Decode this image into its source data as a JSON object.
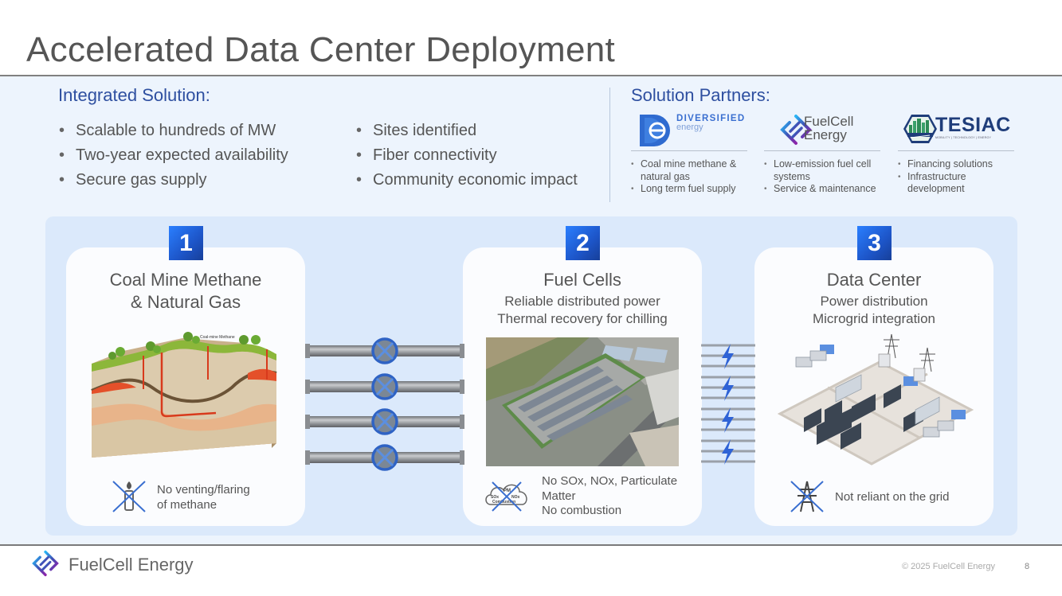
{
  "slide": {
    "title": "Accelerated Data Center Deployment",
    "page_number": "8",
    "copyright": "© 2025 FuelCell Energy",
    "footer_brand": "FuelCell Energy"
  },
  "integrated_solution": {
    "heading": "Integrated Solution:",
    "column_1": [
      "Scalable to hundreds of MW",
      "Two-year expected availability",
      "Secure gas supply"
    ],
    "column_2": [
      "Sites identified",
      "Fiber connectivity",
      "Community economic impact"
    ]
  },
  "solution_partners": {
    "heading": "Solution Partners:",
    "partners": [
      {
        "name": "DIVERSIFIED",
        "name_sub": "energy",
        "logo_icon": "diversified-energy-logo",
        "items": [
          "Coal mine methane & natural gas",
          "Long term fuel supply"
        ]
      },
      {
        "name": "FuelCell",
        "name_sub": "Energy",
        "logo_icon": "fuelcell-energy-logo",
        "items": [
          "Low-emission fuel cell systems",
          "Service & maintenance"
        ]
      },
      {
        "name": "TESIAC",
        "name_sub": "MOBILITY | TECHNOLOGY | ENERGY",
        "logo_icon": "tesiac-logo",
        "items": [
          "Financing solutions",
          "Infrastructure development"
        ]
      }
    ]
  },
  "flow": {
    "steps": [
      {
        "number": "1",
        "title_line_1": "Coal Mine Methane",
        "title_line_2": "& Natural Gas",
        "image_icon": "coal-mine-methane-cross-section",
        "image_label": "Coal-mine Methane",
        "note_icon": "no-flaring-icon",
        "note": [
          "No venting/flaring",
          "of methane"
        ]
      },
      {
        "number": "2",
        "title": "Fuel Cells",
        "subtitle": [
          "Reliable distributed power",
          "Thermal recovery for chilling"
        ],
        "image_icon": "fuel-cell-plant-aerial-photo",
        "note_icon": "no-emissions-cloud-icon",
        "note_icon_labels": [
          "PM",
          "SOx",
          "NOx",
          "Combustion"
        ],
        "note": [
          "No SOx, NOx, Particulate",
          "Matter",
          "No combustion"
        ]
      },
      {
        "number": "3",
        "title": "Data Center",
        "subtitle": [
          "Power distribution",
          "Microgrid integration"
        ],
        "image_icon": "data-center-isometric-illustration",
        "note_icon": "no-grid-tower-icon",
        "note": [
          "Not reliant on the grid"
        ]
      }
    ],
    "connector_1": "gas-pipeline-valves",
    "connector_2": "power-lines-lightning"
  },
  "colors": {
    "accent_blue": "#2e4fa0",
    "badge_blue": "#1d55c8",
    "band_bg": "#edf4fd",
    "panel_bg": "#dbe9fb",
    "cross_blue": "#3a6fd0"
  }
}
